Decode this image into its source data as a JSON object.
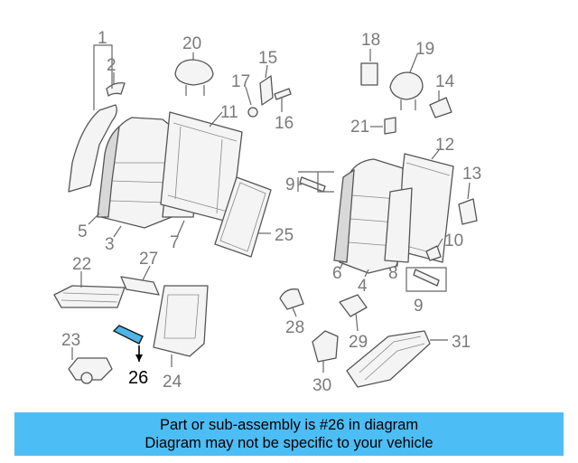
{
  "diagram": {
    "callouts": {
      "c1": "1",
      "c2": "2",
      "c3": "3",
      "c4": "4",
      "c5": "5",
      "c6": "6",
      "c7": "7",
      "c8": "8",
      "c9a": "9",
      "c9b": "9",
      "c10": "10",
      "c11": "11",
      "c12": "12",
      "c13": "13",
      "c14": "14",
      "c15": "15",
      "c16": "16",
      "c17": "17",
      "c18": "18",
      "c19": "19",
      "c20": "20",
      "c21": "21",
      "c22": "22",
      "c23": "23",
      "c24": "24",
      "c25": "25",
      "c26": "26",
      "c27": "27",
      "c28": "28",
      "c29": "29",
      "c30": "30",
      "c31": "31"
    },
    "highlight_color": "#4fb5e8"
  },
  "banner": {
    "line1": "Part or sub-assembly is #26 in diagram",
    "line2": "Diagram may not be specific to your vehicle",
    "color": "#4dbdf5"
  }
}
